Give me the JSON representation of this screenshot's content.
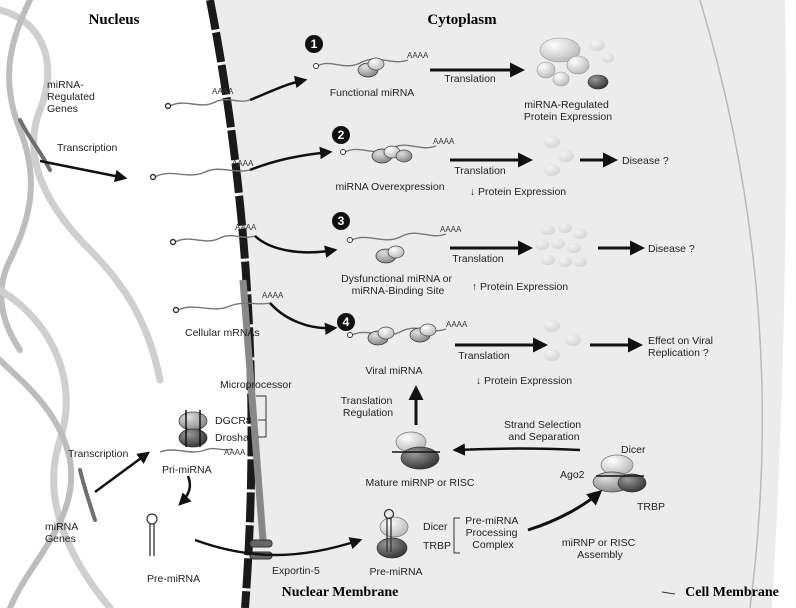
{
  "headers": {
    "nucleus": "Nucleus",
    "cytoplasm": "Cytoplasm",
    "nuclear_membrane": "Nuclear Membrane",
    "cell_membrane": "Cell Membrane"
  },
  "poly_a": "AAAA",
  "step_numbers": [
    "1",
    "2",
    "3",
    "4"
  ],
  "nucleus_labels": {
    "mirna_regulated_genes": [
      "miRNA-",
      "Regulated",
      "Genes"
    ],
    "transcription_top": "Transcription",
    "cellular_mrnas": "Cellular mRNAs",
    "microprocessor": "Microprocessor",
    "dgcr8": "DGCR8",
    "drosha": "Drosha",
    "transcription_bottom": "Transcription",
    "pri_mirna": "Pri-miRNA",
    "mirna_genes": [
      "miRNA",
      "Genes"
    ],
    "pre_mirna": "Pre-miRNA"
  },
  "rows": [
    {
      "caption": [
        "Functional miRNA"
      ],
      "translation": "Translation",
      "result": [
        "miRNA-Regulated",
        "Protein Expression"
      ],
      "outcome": ""
    },
    {
      "caption": [
        "miRNA Overexpression"
      ],
      "translation": "Translation",
      "result": [
        "↓ Protein Expression"
      ],
      "outcome": "Disease ?"
    },
    {
      "caption": [
        "Dysfunctional miRNA or",
        "miRNA-Binding Site"
      ],
      "translation": "Translation",
      "result": [
        "↑ Protein Expression"
      ],
      "outcome": "Disease ?"
    },
    {
      "caption": [
        "Viral miRNA"
      ],
      "translation": "Translation",
      "result": [
        "↓ Protein Expression"
      ],
      "outcome": "Effect on Viral Replication ?"
    }
  ],
  "cytoplasm_labels": {
    "translation_regulation": [
      "Translation",
      "Regulation"
    ],
    "strand_selection": [
      "Strand Selection",
      "and Separation"
    ],
    "dicer_top": "Dicer",
    "ago2": "Ago2",
    "trbp_right": "TRBP",
    "mature_mirnp": "Mature miRNP or RISC",
    "mirnp_assembly": [
      "miRNP or RISC",
      "Assembly"
    ],
    "dicer_low": "Dicer",
    "trbp_low": "TRBP",
    "pre_mirna_processing": [
      "Pre-miRNA",
      "Processing",
      "Complex"
    ],
    "pre_mirna_cyto": "Pre-miRNA",
    "exportin5": "Exportin-5"
  }
}
